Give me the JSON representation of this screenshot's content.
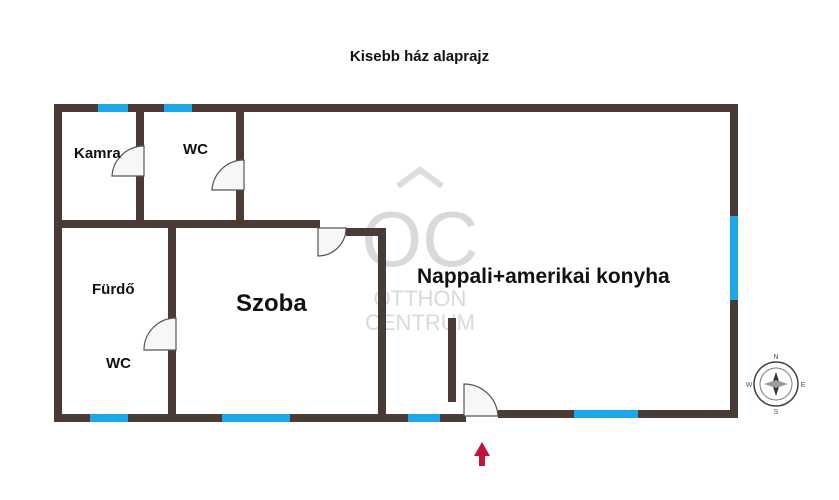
{
  "title": "Kisebb ház alaprajz",
  "rooms": {
    "kamra": "Kamra",
    "wc_top": "WC",
    "furdo": "Fürdő",
    "wc_bottom": "WC",
    "szoba": "Szoba",
    "nappali": "Nappali+amerikai konyha"
  },
  "watermark": {
    "logo": "OC",
    "line1": "OTTHON",
    "line2": "CENTRUM"
  },
  "compass": {
    "n": "N",
    "s": "S",
    "e": "E",
    "w": "W"
  },
  "colors": {
    "wall": "#4a3b36",
    "window": "#1ea7e8",
    "entrance_arrow": "#c0143c"
  }
}
